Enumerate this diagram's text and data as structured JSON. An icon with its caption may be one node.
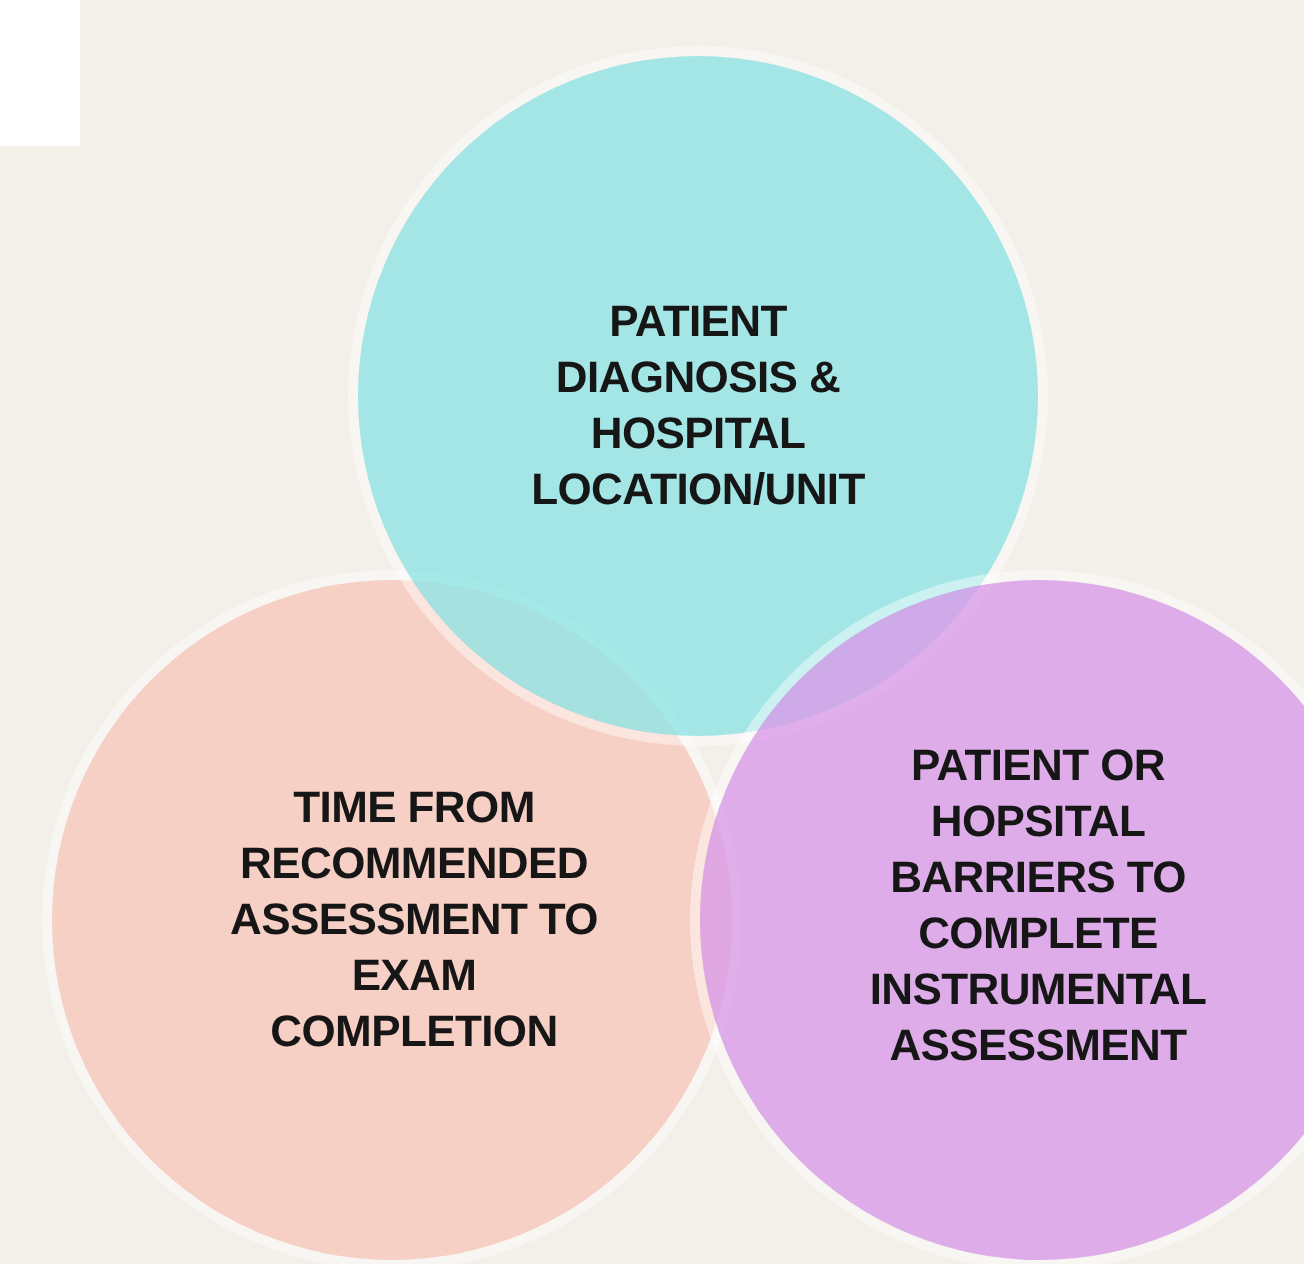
{
  "diagram": {
    "nodes": [
      {
        "text": [
          "PATIENT DIAGNOSIS & HOSPITAL LOCATION/UNIT"
        ]
      },
      {
        "text": [
          "TIME FROM RECOMMENDED ASSESSMENT TO EXAM COMPLETION"
        ]
      },
      {
        "text": [
          "PATIENT OR HOPSITAL BARRIERS TO COMPLETE INSTRUMENTAL ASSESSMENT"
        ]
      }
    ],
    "edges": []
  }
}
